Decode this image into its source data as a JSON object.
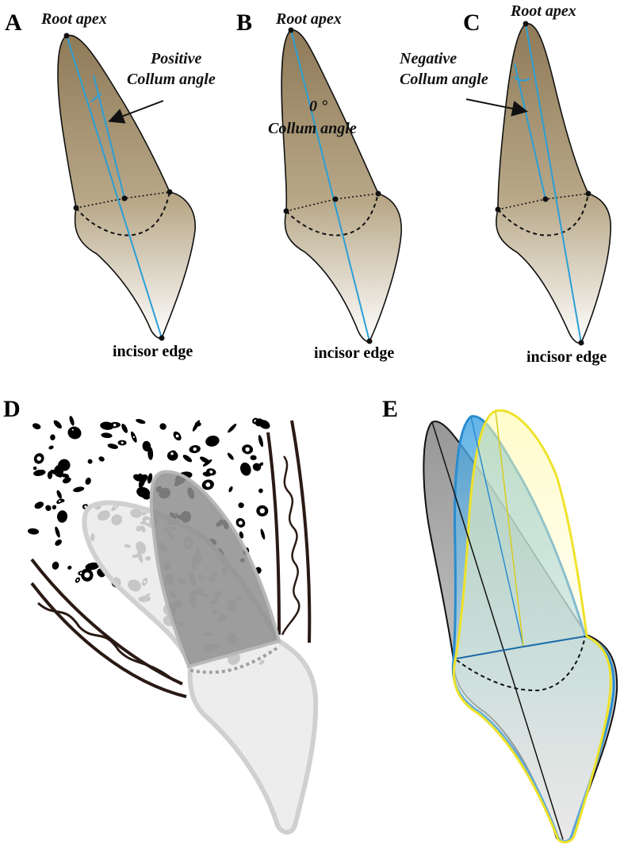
{
  "panels": {
    "a": {
      "letter": "A",
      "apex_label": "Root apex",
      "angle_line1": "Positive",
      "angle_line2": "Collum angle",
      "edge_label": "incisor edge"
    },
    "b": {
      "letter": "B",
      "apex_label": "Root apex",
      "angle_line1": "0 °",
      "angle_line2": "Collum angle",
      "edge_label": "incisor edge"
    },
    "c": {
      "letter": "C",
      "apex_label": "Root apex",
      "angle_line1": "Negative",
      "angle_line2": "Collum angle",
      "edge_label": "incisor edge"
    },
    "d": {
      "letter": "D"
    },
    "e": {
      "letter": "E"
    }
  },
  "colors": {
    "root_brown": "#9a8463",
    "axis_blue": "#2a9fd6",
    "gray_tooth": "#9a9a9a",
    "blue_tooth": "#3aa0e0",
    "yellow_tooth": "#f2ea2e"
  }
}
